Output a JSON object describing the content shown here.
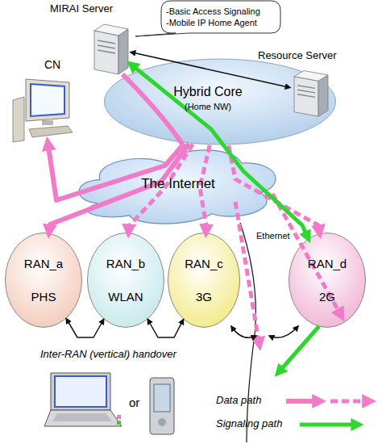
{
  "diagram": {
    "nodes": [
      {
        "text": [
          "MIRAI Server"
        ]
      },
      {
        "text": [
          "-Basic Access Signaling",
          "-Mobile IP Home Agent"
        ]
      },
      {
        "text": [
          "Resource Server"
        ]
      },
      {
        "text": [
          "Hybrid Core",
          "(Home NW)"
        ]
      },
      {
        "text": [
          "CN"
        ]
      },
      {
        "text": [
          "The Internet"
        ]
      },
      {
        "text": [
          "RAN_a",
          "PHS"
        ]
      },
      {
        "text": [
          "RAN_b",
          "WLAN"
        ]
      },
      {
        "text": [
          "RAN_c",
          "3G"
        ]
      },
      {
        "text": [
          "RAN_d",
          "2G"
        ]
      }
    ],
    "edges": [
      {
        "from": 0,
        "to": 2,
        "arrow": "both"
      },
      {
        "from": 3,
        "to": 4,
        "arrow": "to"
      },
      {
        "from": 3,
        "to": 6,
        "arrow": "to"
      },
      {
        "from": 3,
        "to": 7,
        "arrow": "to"
      },
      {
        "from": 3,
        "to": 8,
        "arrow": "to"
      },
      {
        "from": 3,
        "to": 9,
        "arrow": "to"
      },
      {
        "from": 9,
        "to": 0,
        "arrow": "both"
      },
      {
        "from": 6,
        "to": 7,
        "arrow": "both"
      },
      {
        "from": 7,
        "to": 8,
        "arrow": "both"
      }
    ],
    "labels": [
      "Ethernet",
      "Inter-RAN (vertical) handover",
      "or"
    ],
    "legend": [
      {
        "text": "Data path"
      },
      {
        "text": "Signaling path"
      }
    ]
  }
}
